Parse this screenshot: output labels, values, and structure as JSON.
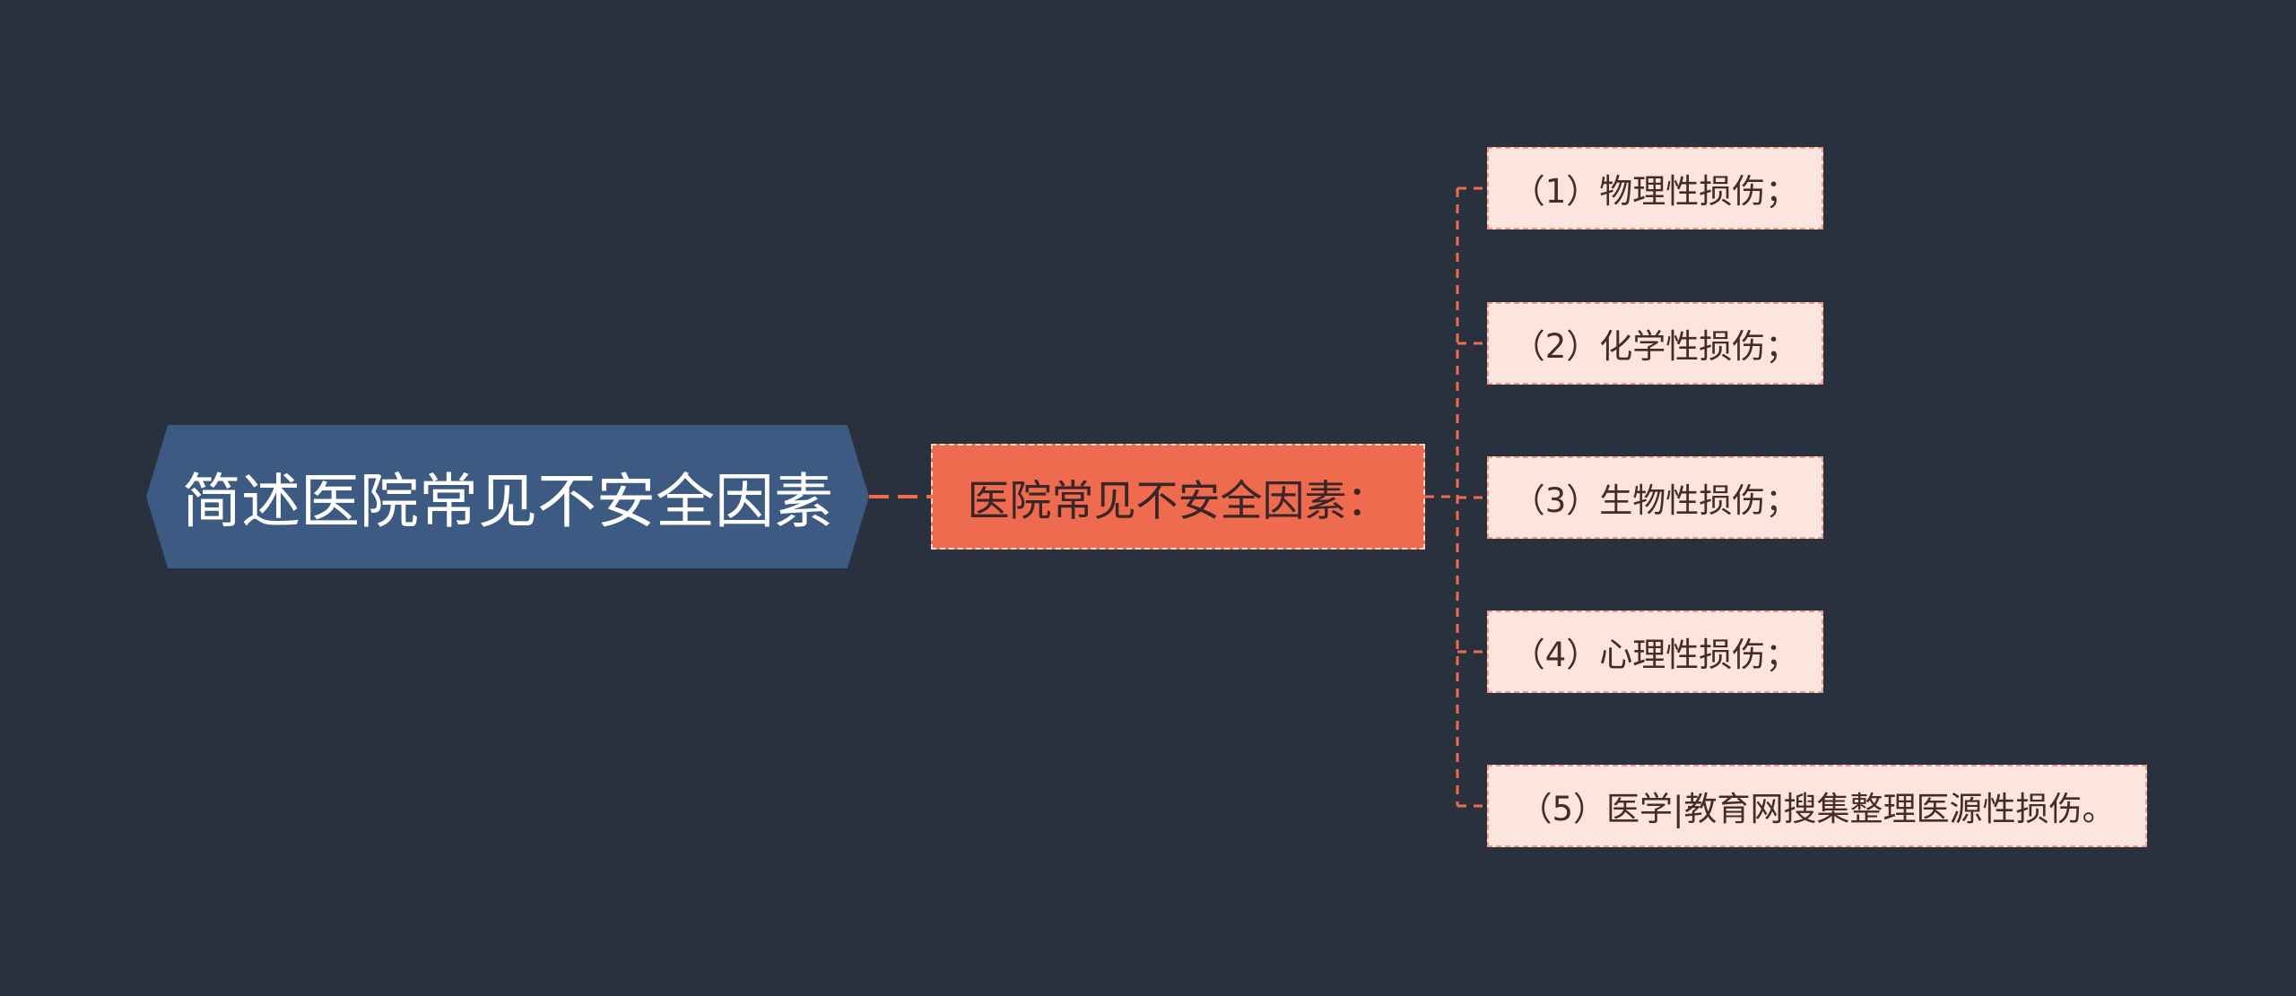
{
  "root": {
    "label": "简述医院常见不安全因素"
  },
  "branch": {
    "label": "医院常见不安全因素：",
    "children": [
      {
        "label": "（1）物理性损伤；"
      },
      {
        "label": "（2）化学性损伤；"
      },
      {
        "label": "（3）生物性损伤；"
      },
      {
        "label": "（4）心理性损伤；"
      },
      {
        "label": "（5）医学|教育网搜集整理医源性损伤。"
      }
    ]
  },
  "colors": {
    "background": "#29313f",
    "root_fill": "#3d5a82",
    "branch_fill": "#ee6b4f",
    "leaf_fill": "#fde5df",
    "connector": "#ee6b4f"
  }
}
